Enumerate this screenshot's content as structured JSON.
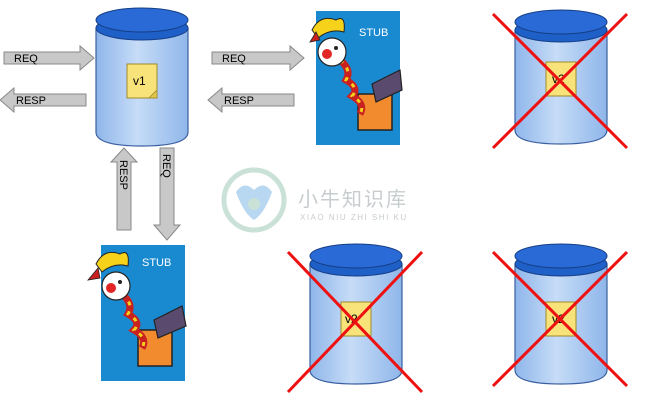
{
  "arrows": {
    "req_in": "REQ",
    "resp_out": "RESP",
    "req_to_stub_top": "REQ",
    "resp_from_stub_top": "RESP",
    "resp_from_stub_bottom": "RESP",
    "req_to_stub_bottom": "REQ"
  },
  "jars": {
    "active": "v1",
    "crossed_top_right": "v2",
    "crossed_bottom_middle": "v2",
    "crossed_bottom_right": "v2"
  },
  "stubs": {
    "top": "STUB",
    "bottom": "STUB"
  },
  "watermark": {
    "chinese": "小牛知识库",
    "latin": "XIAO NIU ZHI SHI KU"
  },
  "colors": {
    "jar_body": "#a9c9f2",
    "jar_lid": "#1f5fc8",
    "note": "#f8e27a",
    "stub_bg": "#1a8ad0",
    "cross": "#ee1111",
    "arrow_fill": "#c8c8c8"
  }
}
